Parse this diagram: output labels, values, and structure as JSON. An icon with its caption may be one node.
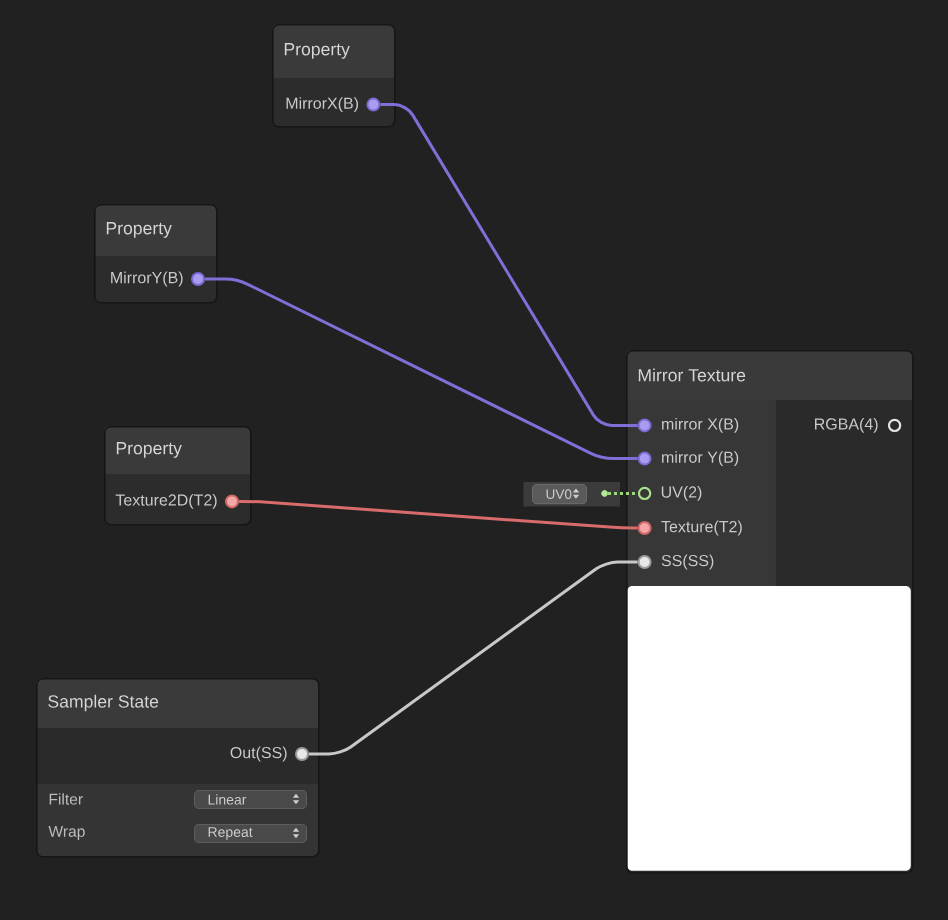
{
  "diagram": {
    "nodes": [
      {
        "text": [
          "Property"
        ]
      },
      {
        "text": [],
        "shape": "circle",
        "in": 0,
        "beside": [
          "MirrorX(B)"
        ]
      },
      {
        "text": [
          "Property"
        ]
      },
      {
        "text": [],
        "shape": "circle",
        "in": 2,
        "beside": [
          "MirrorY(B)"
        ]
      },
      {
        "text": [
          "Mirror Texture"
        ]
      },
      {
        "text": [],
        "shape": "circle",
        "in": 4,
        "beside": [
          "mirror X(B)"
        ]
      },
      {
        "text": [],
        "shape": "circle",
        "in": 4,
        "beside": [
          "RGBA(4)"
        ]
      },
      {
        "text": [],
        "shape": "circle",
        "in": 4,
        "beside": [
          "mirror Y(B)"
        ]
      },
      {
        "text": [],
        "shape": "circle",
        "in": 4,
        "beside": [
          "UV(2)"
        ]
      },
      {
        "text": [],
        "shape": "circle",
        "in": 4,
        "beside": [
          "Texture(T2)"
        ]
      },
      {
        "text": [],
        "shape": "circle",
        "in": 4,
        "beside": [
          "SS(SS)"
        ]
      },
      {
        "text": [
          "Property"
        ]
      },
      {
        "text": [],
        "shape": "circle",
        "in": 11,
        "beside": [
          "Texture2D(T2)"
        ]
      },
      {
        "text": [
          "UV0"
        ]
      },
      {
        "text": [],
        "shape": "circle"
      },
      {
        "text": [
          "Sampler State"
        ]
      },
      {
        "text": [],
        "shape": "circle",
        "in": 15,
        "beside": [
          "Out(SS)"
        ]
      },
      {
        "text": [
          "Linear"
        ],
        "in": 15
      },
      {
        "text": [
          "Repeat"
        ],
        "in": 15
      }
    ],
    "edges": [
      {
        "from": 1,
        "to": 5,
        "arrow": "none",
        "color": "#7f6fd6"
      },
      {
        "from": 3,
        "to": 7,
        "arrow": "none",
        "color": "#7f6fd6"
      },
      {
        "from": 12,
        "to": 9,
        "arrow": "none",
        "color": "#d86c6c"
      },
      {
        "from": 14,
        "to": 8,
        "arrow": "none",
        "style": "dashed",
        "color": "#9ad87a"
      },
      {
        "from": 16,
        "to": 10,
        "arrow": "none",
        "color": "#c8c8c8"
      }
    ],
    "labels": [
      "Filter",
      "Wrap"
    ]
  }
}
